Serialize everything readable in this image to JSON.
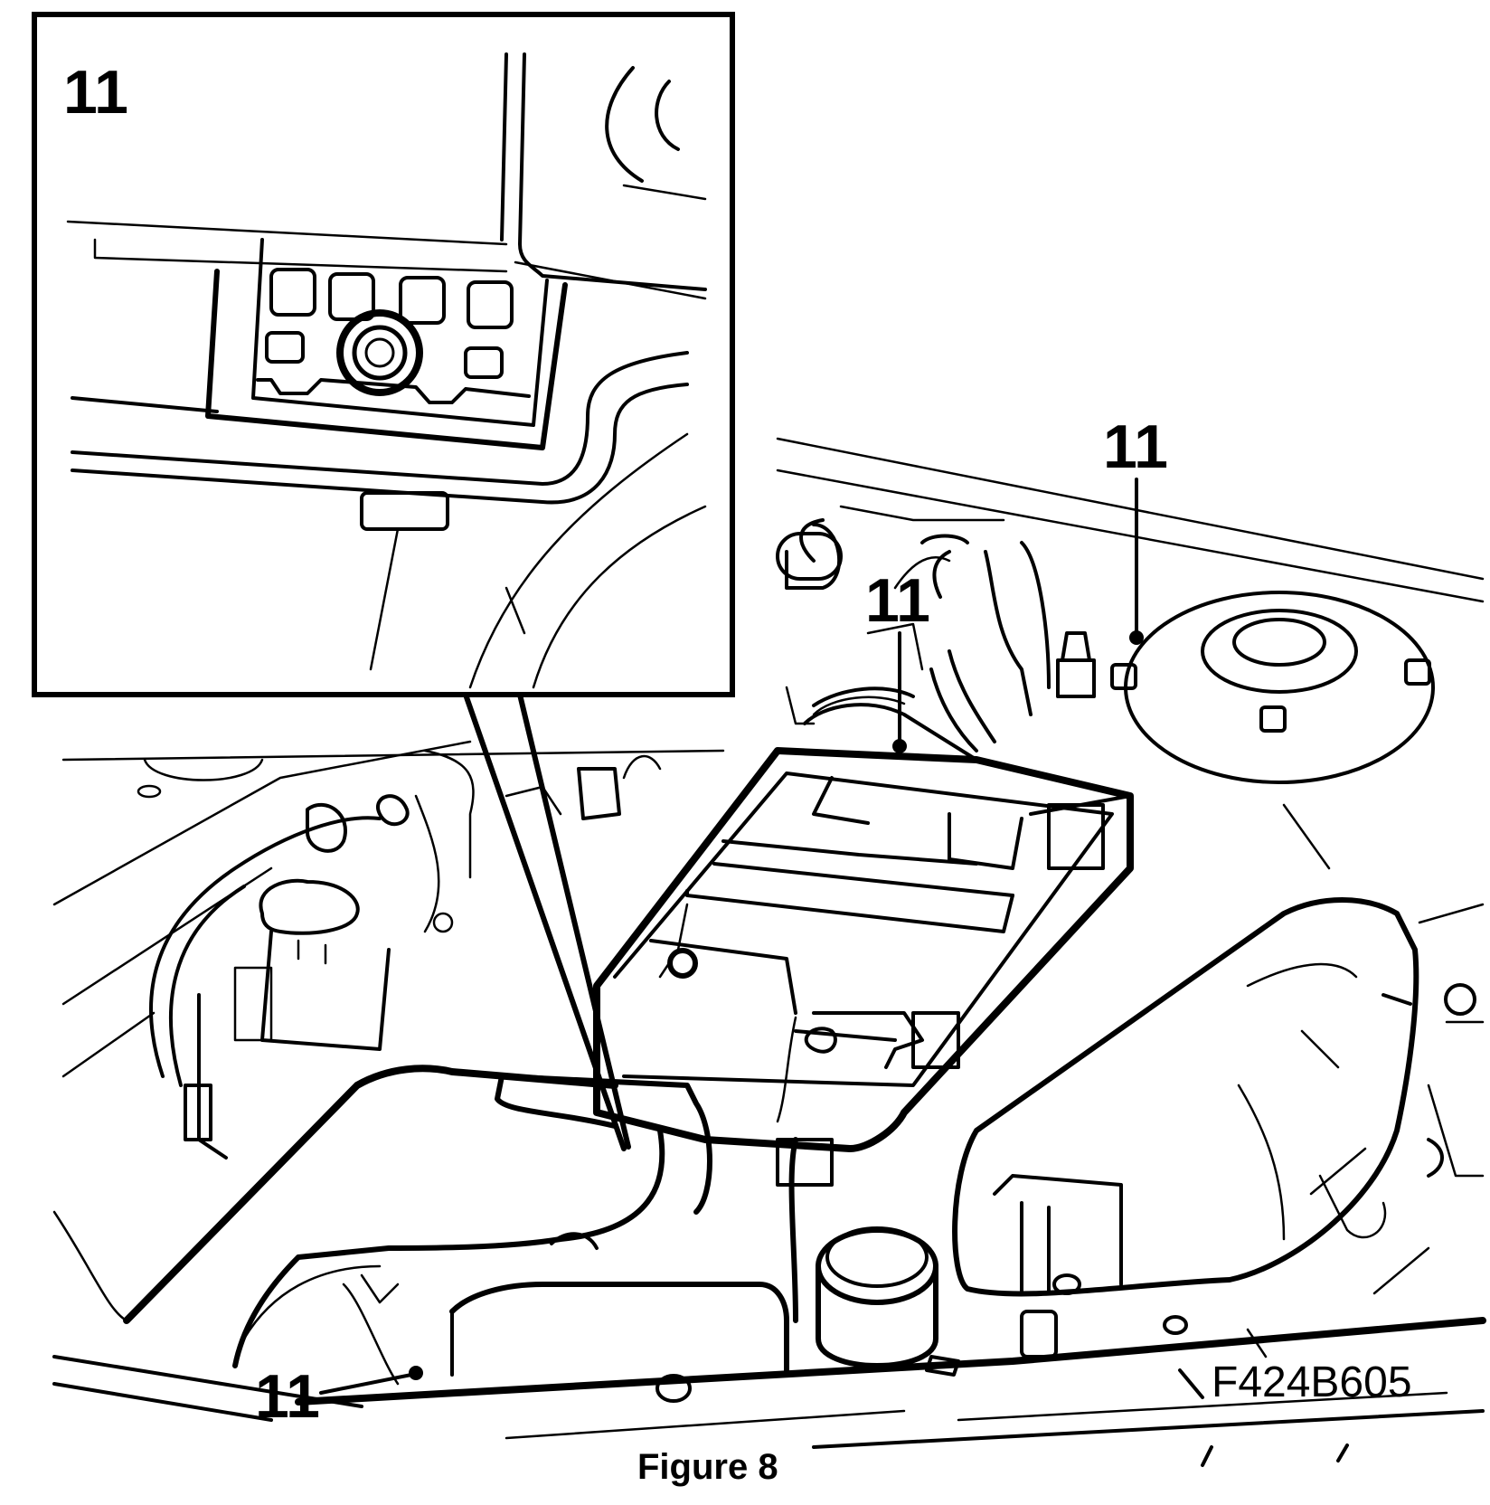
{
  "callouts": {
    "inset": "11",
    "center": "11",
    "right": "11",
    "bottom_left": "11"
  },
  "reference_code": "F424B605",
  "caption": "Figure 8",
  "icons": {
    "mounting_nut": "nut-icon",
    "battery": "battery-icon",
    "strut_mount": "strut-mount-icon"
  },
  "colors": {
    "line": "#000000",
    "background": "#ffffff"
  }
}
